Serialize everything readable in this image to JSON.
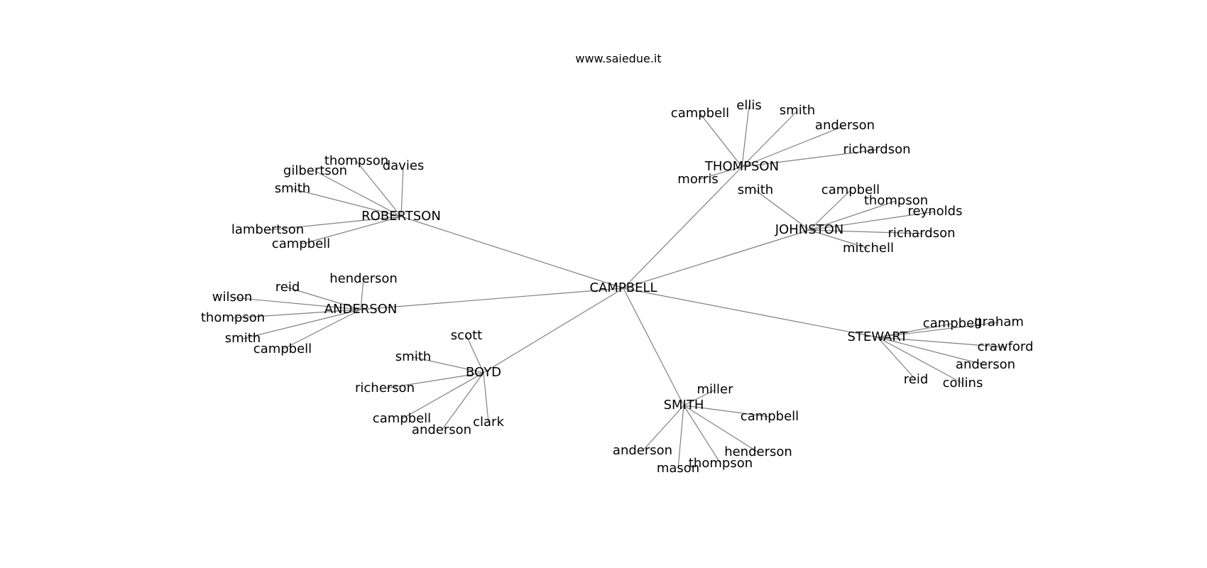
{
  "diagram": {
    "title": "www.saiedue.it",
    "root": {
      "label": "CAMPBELL",
      "children": [
        {
          "label": "THOMPSON",
          "children": [
            "campbell",
            "ellis",
            "smith",
            "anderson",
            "richardson",
            "morris"
          ]
        },
        {
          "label": "JOHNSTON",
          "children": [
            "smith",
            "campbell",
            "thompson",
            "reynolds",
            "richardson",
            "mitchell"
          ]
        },
        {
          "label": "ROBERTSON",
          "children": [
            "thompson",
            "davies",
            "gilbertson",
            "smith",
            "lambertson",
            "campbell"
          ]
        },
        {
          "label": "ANDERSON",
          "children": [
            "henderson",
            "reid",
            "wilson",
            "thompson",
            "smith",
            "campbell"
          ]
        },
        {
          "label": "BOYD",
          "children": [
            "scott",
            "smith",
            "richerson",
            "campbell",
            "anderson",
            "clark"
          ]
        },
        {
          "label": "SMITH",
          "children": [
            "miller",
            "campbell",
            "henderson",
            "thompson",
            "mason",
            "anderson"
          ]
        },
        {
          "label": "STEWART",
          "children": [
            "campbell",
            "graham",
            "crawford",
            "anderson",
            "collins",
            "reid"
          ]
        }
      ]
    }
  }
}
